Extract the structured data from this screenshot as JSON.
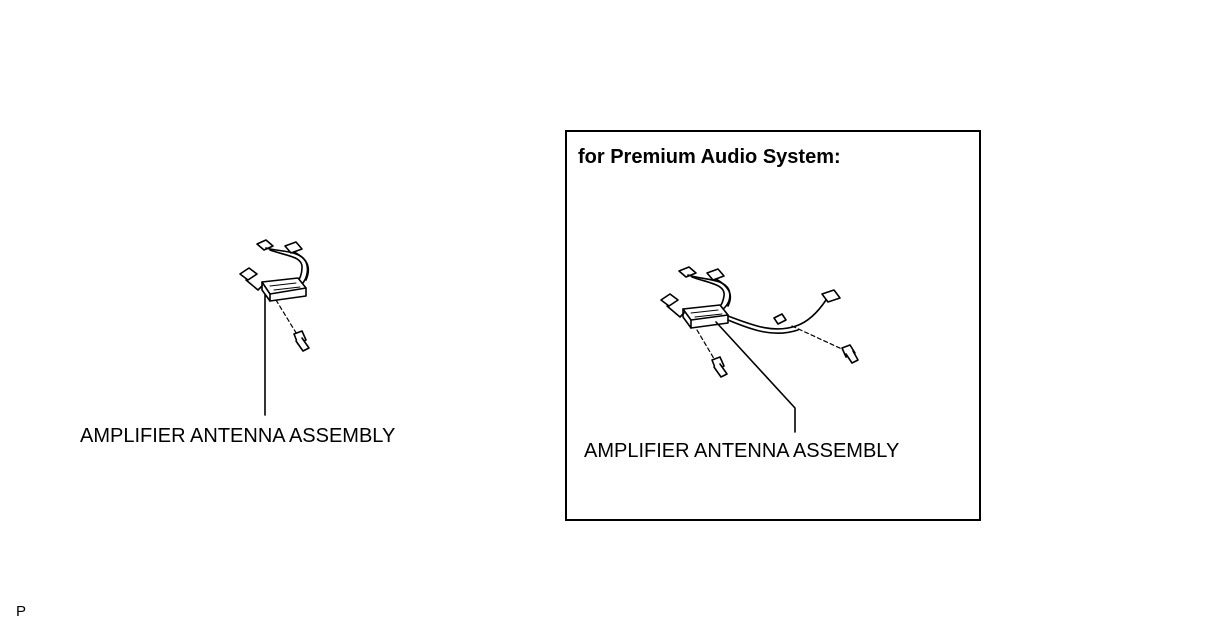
{
  "diagram": {
    "left_part": {
      "label": "AMPLIFIER ANTENNA ASSEMBLY"
    },
    "right_panel": {
      "title": "for Premium Audio System:",
      "label": "AMPLIFIER ANTENNA ASSEMBLY"
    },
    "page_mark": "P"
  }
}
